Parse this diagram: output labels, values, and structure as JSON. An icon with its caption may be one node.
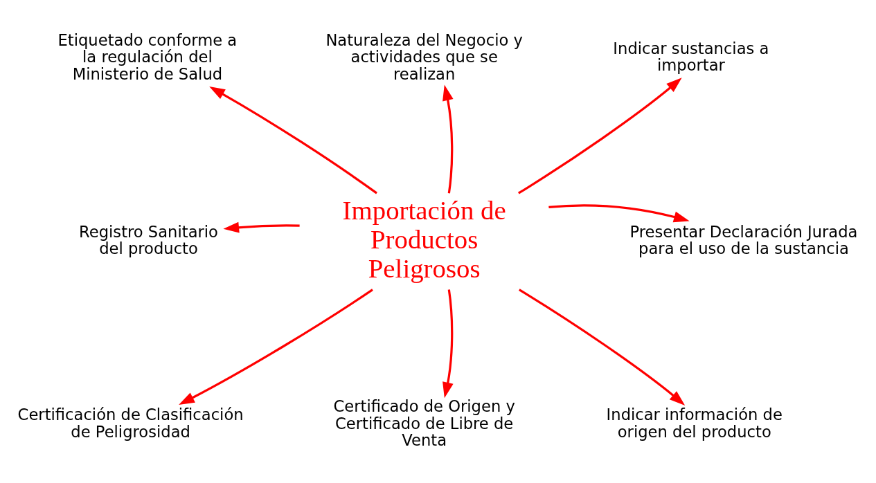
{
  "diagram": {
    "nodes": [
      {
        "text": [
          "Importación de Productos Peligrosos"
        ]
      },
      {
        "text": [
          "Etiquetado conforme a la regulación del Ministerio de Salud"
        ]
      },
      {
        "text": [
          "Naturaleza del Negocio y actividades que se realizan"
        ]
      },
      {
        "text": [
          "Indicar sustancias a importar"
        ]
      },
      {
        "text": [
          "Registro Sanitario del producto"
        ]
      },
      {
        "text": [
          "Presentar Declaración Jurada para el uso de la sustancia"
        ]
      },
      {
        "text": [
          "Certificación de Clasificación de Peligrosidad"
        ]
      },
      {
        "text": [
          "Certificado de Origen y Certificado de Libre de Venta"
        ]
      },
      {
        "text": [
          "Indicar información de origen del producto"
        ]
      }
    ],
    "edges": [
      {
        "from": 0,
        "to": 1,
        "arrow": "to"
      },
      {
        "from": 0,
        "to": 2,
        "arrow": "to"
      },
      {
        "from": 0,
        "to": 3,
        "arrow": "to"
      },
      {
        "from": 0,
        "to": 4,
        "arrow": "to"
      },
      {
        "from": 0,
        "to": 5,
        "arrow": "to"
      },
      {
        "from": 0,
        "to": 6,
        "arrow": "to"
      },
      {
        "from": 0,
        "to": 7,
        "arrow": "to"
      },
      {
        "from": 0,
        "to": 8,
        "arrow": "to"
      }
    ]
  }
}
